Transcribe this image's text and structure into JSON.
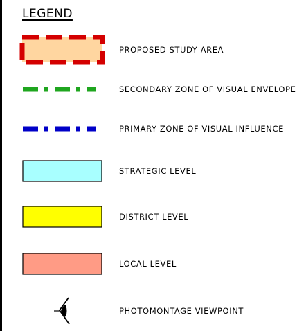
{
  "legend": {
    "title": "LEGEND",
    "items": [
      {
        "symbol_name": "proposed-study-area-symbol",
        "label": "PROPOSED STUDY AREA",
        "fill_color": "#ffd6a0",
        "stroke_color": "#d40000"
      },
      {
        "symbol_name": "secondary-zone-line-symbol",
        "label": "SECONDARY ZONE OF VISUAL ENVELOPE",
        "stroke_color": "#1fa61f"
      },
      {
        "symbol_name": "primary-zone-line-symbol",
        "label": "PRIMARY ZONE OF VISUAL INFLUENCE",
        "stroke_color": "#0000c8"
      },
      {
        "symbol_name": "strategic-level-swatch",
        "label": "STRATEGIC LEVEL",
        "fill_color": "#a8ffff"
      },
      {
        "symbol_name": "district-level-swatch",
        "label": "DISTRICT LEVEL",
        "fill_color": "#ffff00"
      },
      {
        "symbol_name": "local-level-swatch",
        "label": "LOCAL LEVEL",
        "fill_color": "#ff9b85"
      },
      {
        "symbol_name": "eye-viewpoint-icon",
        "label": "PHOTOMONTAGE VIEWPOINT"
      }
    ]
  }
}
